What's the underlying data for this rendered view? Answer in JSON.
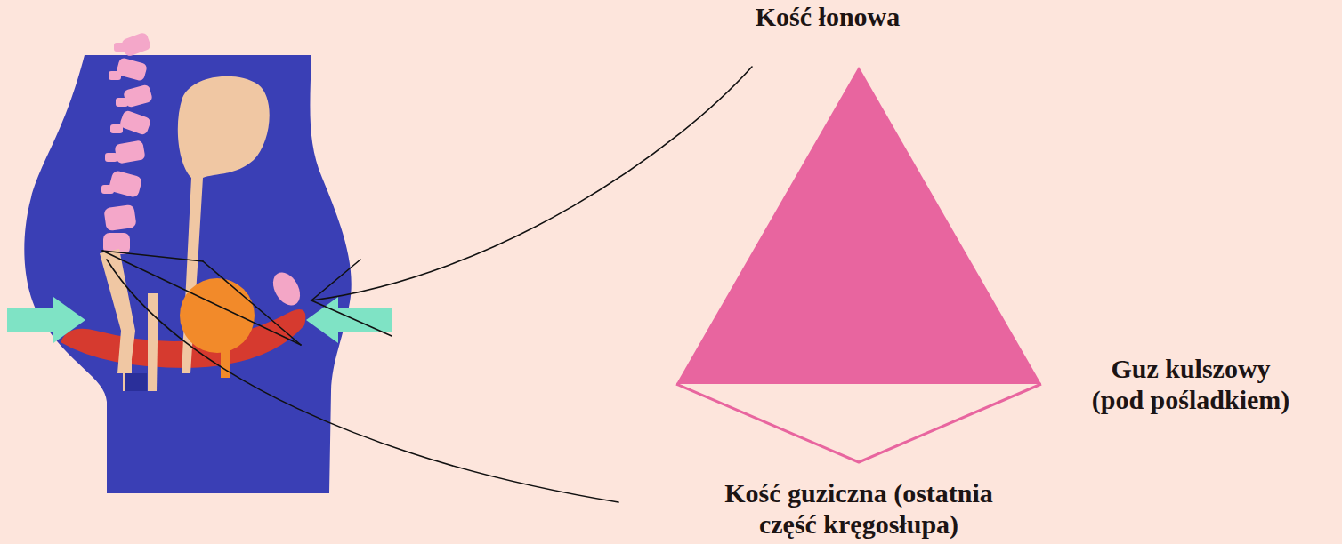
{
  "diagram": {
    "labels": [
      "Kość łonowa",
      "Guz kulszowy (pod pośladkiem)",
      "Kość guziczna (ostatnia część kręgosłupa)"
    ]
  }
}
